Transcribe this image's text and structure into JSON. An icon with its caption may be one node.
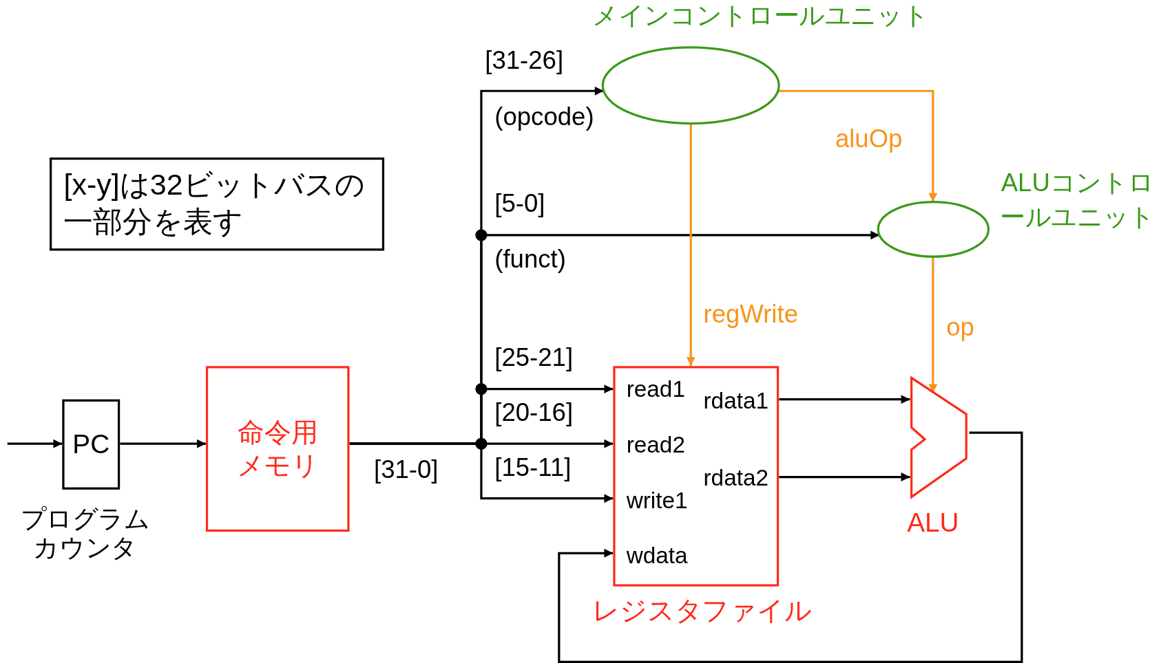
{
  "diagram": {
    "nodes": [
      {
        "text": [
          "PC"
        ],
        "beside": [
          "プログラムカウンタ"
        ]
      },
      {
        "text": [
          "命令用メモリ"
        ]
      },
      {
        "text": [
          "メインコントロールユニット"
        ]
      },
      {
        "text": [
          "ALUコントロールユニット"
        ]
      },
      {
        "text": [
          "レジスタファイル",
          "read1",
          "read2",
          "write1",
          "wdata",
          "rdata1",
          "rdata2"
        ]
      },
      {
        "text": [
          "ALU"
        ]
      },
      {
        "text": [
          "[x-y]は32ビットバスの一部分を表す"
        ]
      }
    ],
    "edges": [
      {
        "from": null,
        "to": 0,
        "arrow": "to"
      },
      {
        "from": 0,
        "to": 1,
        "arrow": "to"
      },
      {
        "from": 1,
        "to": 2,
        "arrow": "to",
        "label": "[31-26]"
      },
      {
        "from": 1,
        "to": 3,
        "arrow": "to",
        "label": "[5-0]"
      },
      {
        "from": 1,
        "to": 4,
        "arrow": "to",
        "label": "[25-21]"
      },
      {
        "from": 1,
        "to": 4,
        "arrow": "to",
        "label": "[20-16]"
      },
      {
        "from": 1,
        "to": 4,
        "arrow": "to",
        "label": "[15-11]"
      },
      {
        "from": 2,
        "to": 3,
        "arrow": "to",
        "label": "aluOp",
        "color": "#f7941d"
      },
      {
        "from": 2,
        "to": 4,
        "arrow": "to",
        "label": "regWrite",
        "color": "#f7941d"
      },
      {
        "from": 3,
        "to": 5,
        "arrow": "to",
        "label": "op",
        "color": "#f7941d"
      },
      {
        "from": 4,
        "to": 5,
        "arrow": "to"
      },
      {
        "from": 4,
        "to": 5,
        "arrow": "to"
      },
      {
        "from": 5,
        "to": 4,
        "arrow": "to"
      }
    ],
    "labels": [
      "[31-0]",
      "(opcode)",
      "(funct)"
    ]
  }
}
